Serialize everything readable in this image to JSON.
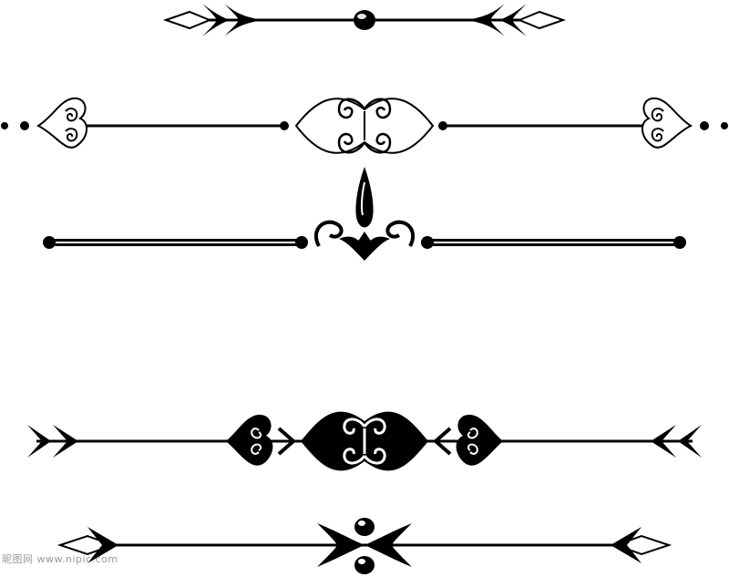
{
  "colors": {
    "ink": "#000000",
    "paper": "#ffffff"
  },
  "dividers": [
    {
      "name": "divider-arrows-bead",
      "fill": "outline-with-solid"
    },
    {
      "name": "divider-hearts-swirls",
      "fill": "outline"
    },
    {
      "name": "divider-drop-bar",
      "fill": "solid"
    },
    {
      "name": "divider-hearts-solid",
      "fill": "solid"
    },
    {
      "name": "divider-arrows-crossed",
      "fill": "solid"
    }
  ],
  "watermark": "昵图网 www.nipic.com"
}
